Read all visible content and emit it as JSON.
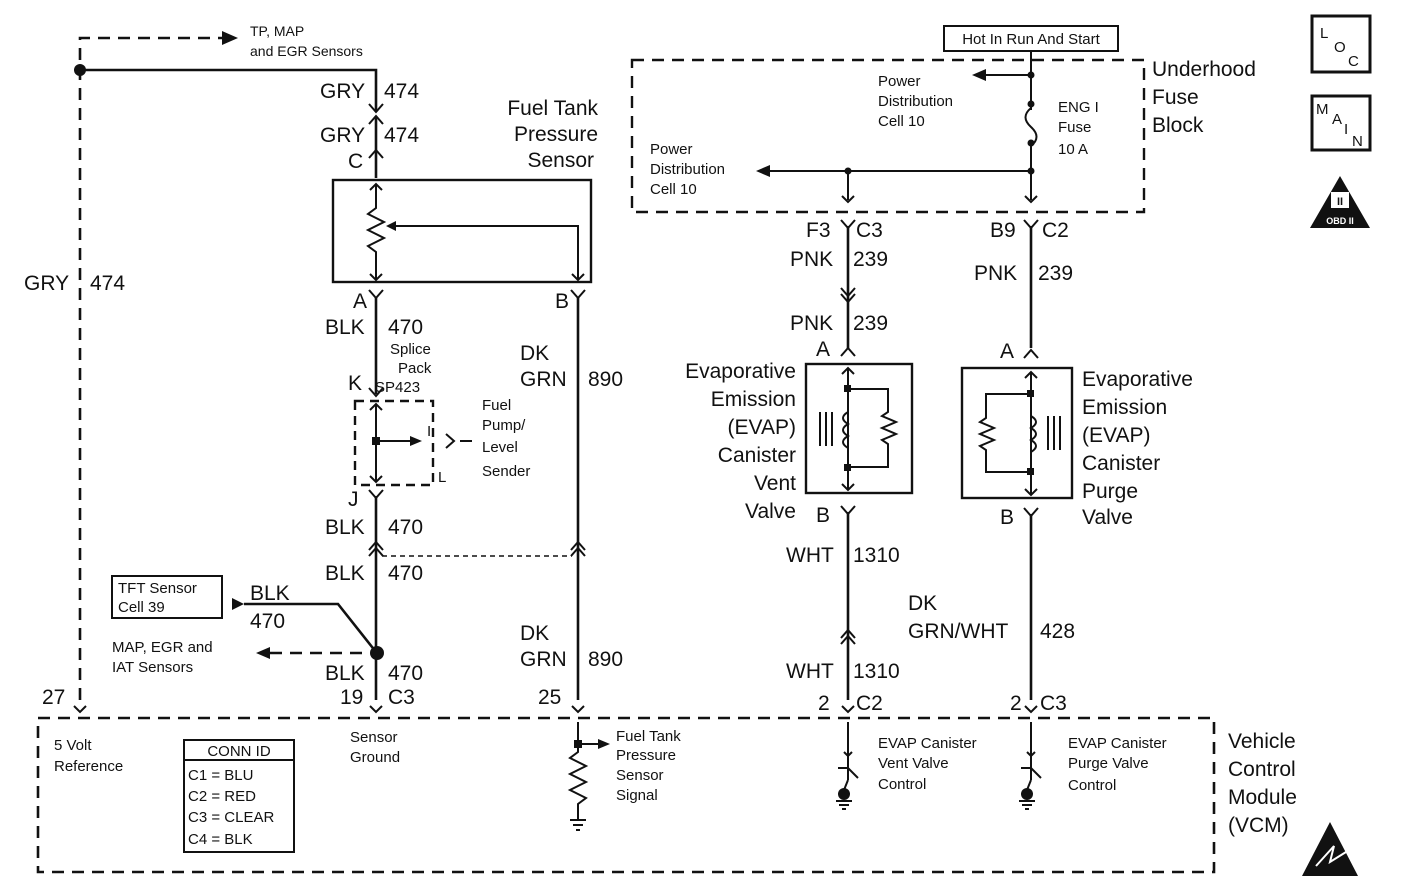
{
  "top_ref": {
    "line1": "TP, MAP",
    "line2": "and EGR Sensors"
  },
  "wire_gry_474": {
    "color": "GRY",
    "num": "474"
  },
  "fuel_tank_sensor": {
    "line1": "Fuel Tank",
    "line2": "Pressure",
    "line3": "Sensor"
  },
  "pins": {
    "C": "C",
    "A": "A",
    "B": "B",
    "K": "K",
    "J": "J",
    "I": "I",
    "L": "L",
    "F3": "F3",
    "C3": "C3",
    "B9": "B9",
    "C2": "C2",
    "pin27": "27",
    "pin19": "19",
    "pin25": "25",
    "pin2": "2"
  },
  "wire_blk_470": {
    "color": "BLK",
    "num": "470"
  },
  "splice": {
    "line1": "Splice",
    "line2": "Pack",
    "line3": "SP423"
  },
  "wire_dkgrn_890": {
    "color1": "DK",
    "color2": "GRN",
    "num": "890"
  },
  "fuel_pump": {
    "line1": "Fuel",
    "line2": "Pump/",
    "line3": "Level",
    "line4": "Sender"
  },
  "tft_ref": {
    "line1": "TFT Sensor",
    "line2": "Cell 39"
  },
  "map_ref": {
    "line1": "MAP, EGR and",
    "line2": "IAT Sensors"
  },
  "hot_label": "Hot In Run And Start",
  "underhood": {
    "line1": "Underhood",
    "line2": "Fuse",
    "line3": "Block"
  },
  "pdc_top": {
    "line1": "Power",
    "line2": "Distribution",
    "line3": "Cell 10"
  },
  "pdc_left": {
    "line1": "Power",
    "line2": "Distribution",
    "line3": "Cell 10"
  },
  "fuse": {
    "line1": "ENG I",
    "line2": "Fuse",
    "line3": "10 A"
  },
  "wire_pnk_239": {
    "color": "PNK",
    "num": "239"
  },
  "vent_valve": {
    "line1": "Evaporative",
    "line2": "Emission",
    "line3": "(EVAP)",
    "line4": "Canister",
    "line5": "Vent",
    "line6": "Valve"
  },
  "purge_valve": {
    "line1": "Evaporative",
    "line2": "Emission",
    "line3": "(EVAP)",
    "line4": "Canister",
    "line5": "Purge",
    "line6": "Valve"
  },
  "wire_wht_1310": {
    "color": "WHT",
    "num": "1310"
  },
  "wire_dkgrn_wht_428": {
    "color1": "DK",
    "color2": "GRN/WHT",
    "num": "428"
  },
  "vcm": {
    "line1": "Vehicle",
    "line2": "Control",
    "line3": "Module",
    "line4": "(VCM)"
  },
  "vcm_5v": {
    "line1": "5 Volt",
    "line2": "Reference"
  },
  "vcm_ground": {
    "line1": "Sensor",
    "line2": "Ground"
  },
  "vcm_ftps": {
    "line1": "Fuel Tank",
    "line2": "Pressure",
    "line3": "Sensor",
    "line4": "Signal"
  },
  "vcm_vent": {
    "line1": "EVAP Canister",
    "line2": "Vent Valve",
    "line3": "Control"
  },
  "vcm_purge": {
    "line1": "EVAP Canister",
    "line2": "Purge Valve",
    "line3": "Control"
  },
  "conn_id": {
    "title": "CONN ID",
    "rows": [
      "C1 = BLU",
      "C2 = RED",
      "C3 = CLEAR",
      "C4 = BLK"
    ]
  },
  "loc_icon": {
    "l1": "L",
    "l2": "O",
    "l3": "C"
  },
  "main_icon": {
    "l1": "M",
    "l2": "A",
    "l3": "I",
    "l4": "N"
  },
  "obd_icon": {
    "l1": "II",
    "l2": "OBD II"
  }
}
